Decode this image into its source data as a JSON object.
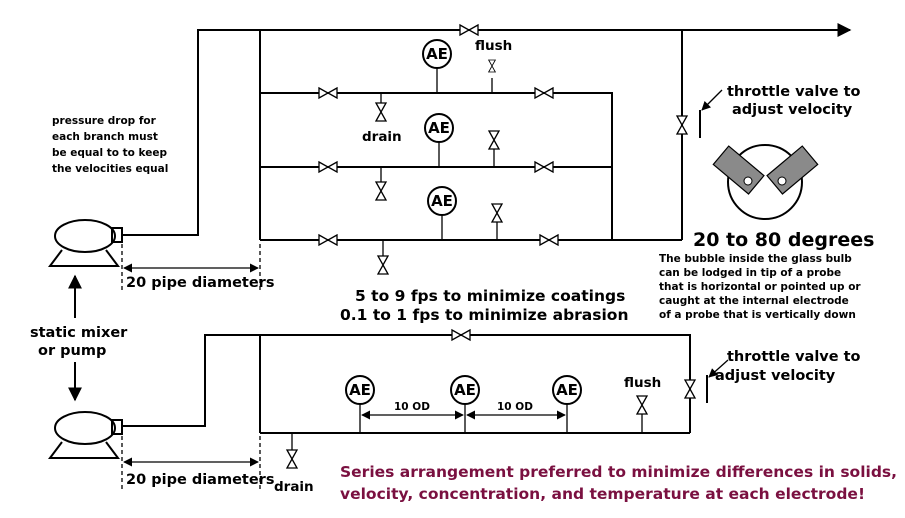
{
  "labels": {
    "ae": "AE",
    "flush": "flush",
    "drain": "drain",
    "pipe_diameters": "20 pipe diameters",
    "od": "10 OD",
    "throttle_line1": "throttle valve to",
    "throttle_line2": "adjust velocity",
    "pressure_note": [
      "pressure drop for",
      "each branch must",
      "be equal to to keep",
      "the velocities equal"
    ],
    "static_mixer": [
      "static mixer",
      "or pump"
    ],
    "degrees": "20 to 80 degrees",
    "bubble_note": [
      "The bubble inside the glass bulb",
      "can be lodged in tip of a probe",
      "that is horizontal or pointed up or",
      "caught at the internal electrode",
      "of a probe that is vertically down"
    ],
    "velocity_line1": "5 to 9 fps to minimize coatings",
    "velocity_line2": "0.1 to 1 fps to minimize abrasion",
    "series_note": [
      "Series arrangement preferred to minimize differences in solids,",
      "velocity, concentration, and temperature at each electrode!"
    ]
  },
  "colors": {
    "line": "#000000",
    "probe_arm": "#8a8a8a",
    "series_note": "#7a1040"
  }
}
